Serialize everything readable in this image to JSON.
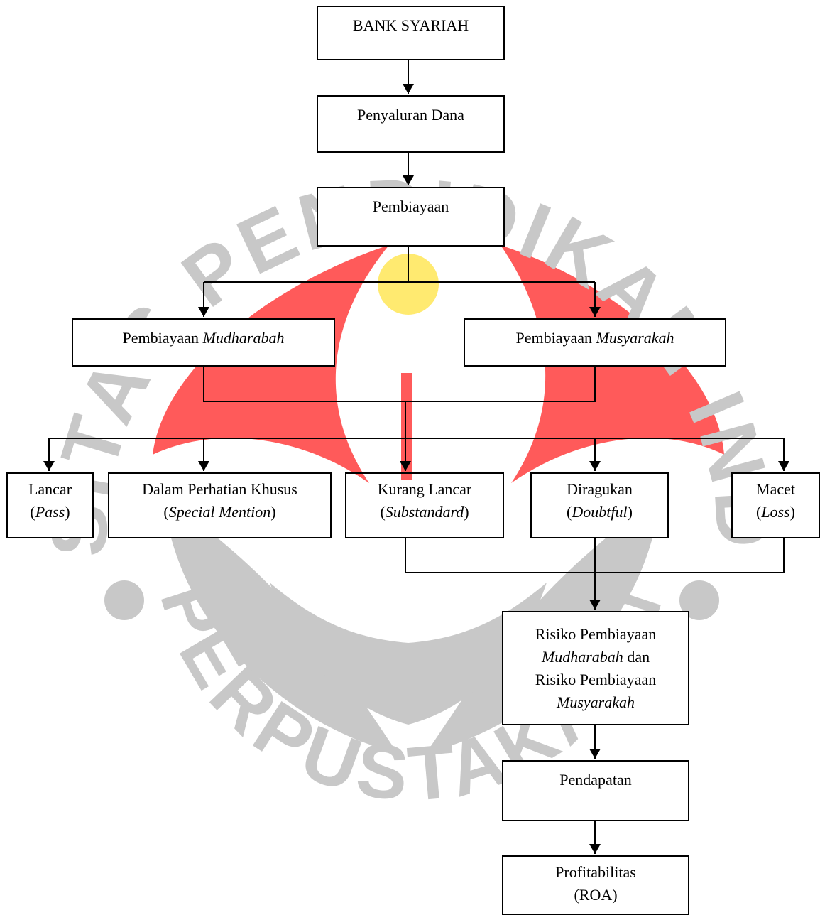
{
  "watermark": {
    "ring_top": "UNIVERSITAS PENDIDIKAN INDONESIA",
    "ring_bottom": "PERPUSTAKAAN",
    "colors": {
      "gray": "#c8c8c8",
      "red": "#ff5a5a",
      "yellow": "#ffea70"
    }
  },
  "diagram": {
    "bank": "BANK SYARIAH",
    "penyaluran": "Penyaluran Dana",
    "pembiayaan": "Pembiayaan",
    "mudharabah": {
      "prefix": "Pembiayaan ",
      "term": "Mudharabah"
    },
    "musyarakah": {
      "prefix": "Pembiayaan ",
      "term": "Musyarakah"
    },
    "lancar": {
      "name": "Lancar",
      "term": "Pass"
    },
    "dpk": {
      "name": "Dalam Perhatian Khusus",
      "term": "Special Mention"
    },
    "kurang_lancar": {
      "name": "Kurang Lancar",
      "term": "Substandard"
    },
    "diragukan": {
      "name": "Diragukan",
      "term": "Doubtful"
    },
    "macet": {
      "name": "Macet",
      "term": "Loss"
    },
    "risiko": {
      "line1": "Risiko Pembiayaan",
      "term1": "Mudharabah",
      "conj": " dan",
      "line3": "Risiko Pembiayaan",
      "term2": "Musyarakah"
    },
    "pendapatan": "Pendapatan",
    "profitabilitas": {
      "line1": "Profitabilitas",
      "line2": "(ROA)"
    }
  }
}
